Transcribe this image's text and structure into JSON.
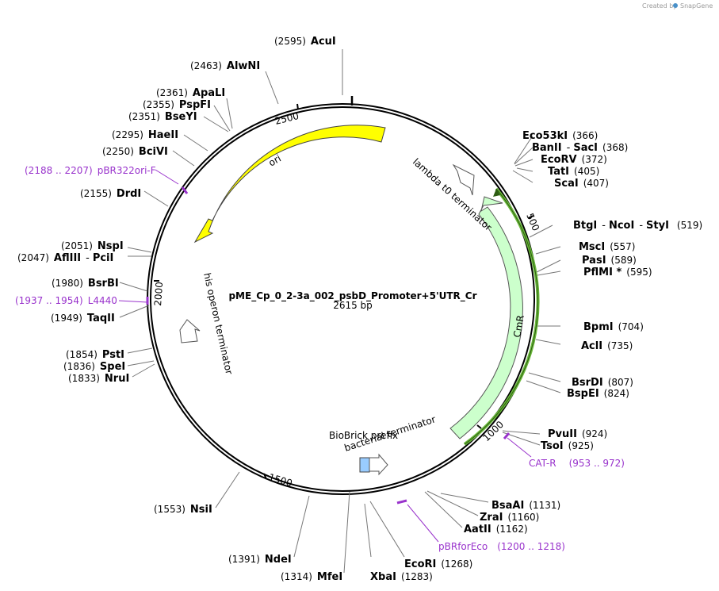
{
  "watermark": {
    "prefix": "Created by",
    "brand": "SnapGene"
  },
  "plasmid": {
    "name": "pME_Cp_0_2-3a_002_psbD_Promoter+5'UTR_Cr",
    "size_label": "2615 bp"
  },
  "colors": {
    "backbone": "#000000",
    "ori": "#ffff00",
    "cmr": "#ccffcc",
    "cmr_orf": "#6ab93a",
    "primer": "#9933cc",
    "biobrick": "#99ccff",
    "leader": "#777777"
  },
  "tick_labels": [
    "500",
    "1000",
    "1500",
    "2000",
    "2500"
  ],
  "features": [
    {
      "name": "ori",
      "label": "ori"
    },
    {
      "name": "cmr",
      "label": "CmR"
    },
    {
      "name": "lambda",
      "label": "lambda t0 terminator"
    },
    {
      "name": "his",
      "label": "his operon terminator"
    },
    {
      "name": "biobrick",
      "label": "BioBrick prefix"
    },
    {
      "name": "bacterial",
      "label": "bacterial terminator"
    }
  ],
  "sites": [
    {
      "pos": "(2595)",
      "enz": "AcuI"
    },
    {
      "pos": "(2463)",
      "enz": "AlwNI"
    },
    {
      "pos": "(2361)",
      "enz": "ApaLI"
    },
    {
      "pos": "(2355)",
      "enz": "PspFI"
    },
    {
      "pos": "(2351)",
      "enz": "BseYI"
    },
    {
      "pos": "(2295)",
      "enz": "HaeII"
    },
    {
      "pos": "(2250)",
      "enz": "BciVI"
    },
    {
      "pos": "(2155)",
      "enz": "DrdI"
    },
    {
      "pos": "(2051)",
      "enz": "NspI"
    },
    {
      "pos": "(2047)",
      "enz": "AflIII",
      "sep": "-",
      "enz2": "PciI"
    },
    {
      "pos": "(1980)",
      "enz": "BsrBI"
    },
    {
      "pos": "(1949)",
      "enz": "TaqII"
    },
    {
      "pos": "(1854)",
      "enz": "PstI"
    },
    {
      "pos": "(1836)",
      "enz": "SpeI"
    },
    {
      "pos": "(1833)",
      "enz": "NruI"
    },
    {
      "pos": "(1553)",
      "enz": "NsiI"
    },
    {
      "pos": "(1391)",
      "enz": "NdeI"
    },
    {
      "pos": "(1314)",
      "enz": "MfeI"
    },
    {
      "pos": "(1283)",
      "enz": "XbaI"
    },
    {
      "pos": "(1268)",
      "enz": "EcoRI"
    },
    {
      "pos": "(1162)",
      "enz": "AatII"
    },
    {
      "pos": "(1160)",
      "enz": "ZraI"
    },
    {
      "pos": "(1131)",
      "enz": "BsaAI"
    },
    {
      "pos": "(925)",
      "enz": "TsoI"
    },
    {
      "pos": "(924)",
      "enz": "PvuII"
    },
    {
      "pos": "(824)",
      "enz": "BspEI"
    },
    {
      "pos": "(807)",
      "enz": "BsrDI"
    },
    {
      "pos": "(735)",
      "enz": "AclI"
    },
    {
      "pos": "(704)",
      "enz": "BpmI"
    },
    {
      "pos": "(595)",
      "enz": "PflMI *"
    },
    {
      "pos": "(589)",
      "enz": "PasI"
    },
    {
      "pos": "(557)",
      "enz": "MscI"
    },
    {
      "pos": "(519)",
      "enz": "BtgI",
      "sep": "-",
      "enz2": "NcoI",
      "sep2": "-",
      "enz3": "StyI"
    },
    {
      "pos": "(407)",
      "enz": "ScaI"
    },
    {
      "pos": "(405)",
      "enz": "TatI"
    },
    {
      "pos": "(372)",
      "enz": "EcoRV"
    },
    {
      "pos": "(368)",
      "enz": "BanII",
      "sep": "-",
      "enz2": "SacI"
    },
    {
      "pos": "(366)",
      "enz": "Eco53kI"
    }
  ],
  "primers": [
    {
      "range": "(2188 .. 2207)",
      "name": "pBR322ori-F"
    },
    {
      "range": "(1937 .. 1954)",
      "name": "L4440"
    },
    {
      "name": "CAT-R",
      "range": "(953 .. 972)"
    },
    {
      "name": "pBRforEco",
      "range": "(1200 .. 1218)"
    }
  ]
}
